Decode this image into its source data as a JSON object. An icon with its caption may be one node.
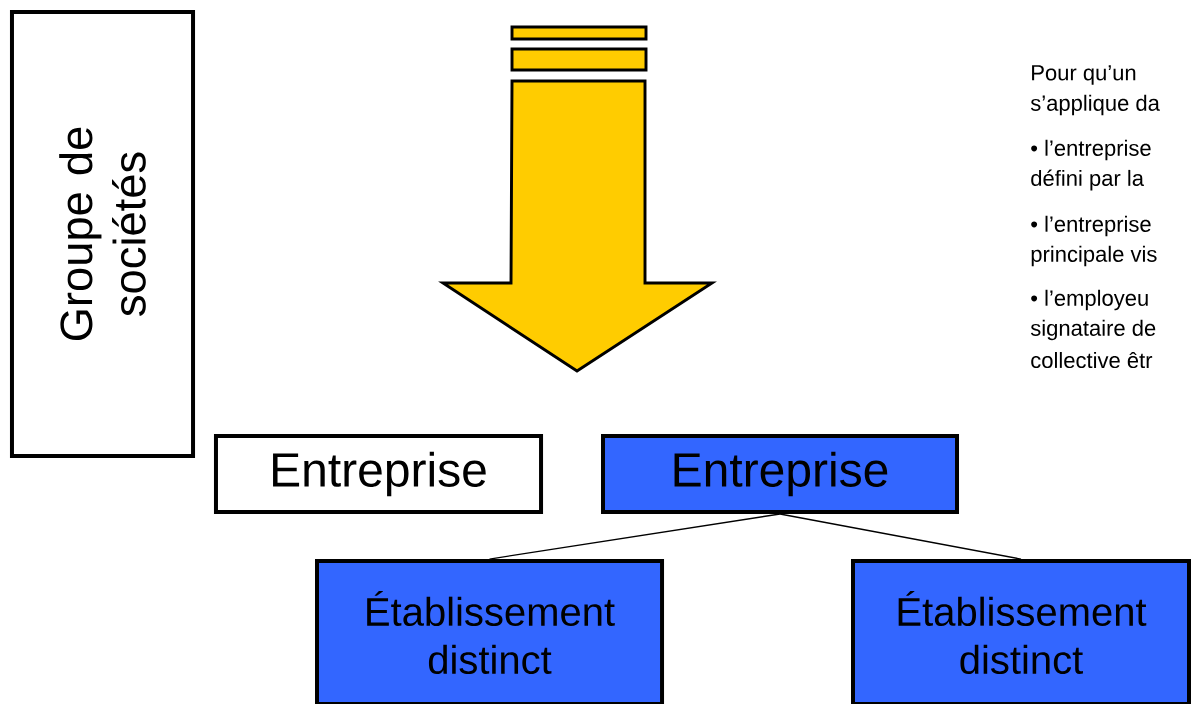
{
  "diagram": {
    "nodes": [
      {
        "text": [
          "Groupe de sociétés"
        ]
      },
      {
        "text": [
          "Entreprise"
        ]
      },
      {
        "text": [
          "Entreprise"
        ]
      },
      {
        "text": [
          "Établissement distinct"
        ]
      },
      {
        "text": [
          "Établissement distinct"
        ]
      }
    ],
    "edges": [
      {
        "from": 2,
        "to": 3,
        "arrow": "none"
      },
      {
        "from": 2,
        "to": 4,
        "arrow": "none"
      }
    ],
    "labels": [
      "Pour qu’un",
      "s’applique da",
      "• l’entreprise",
      "défini par la",
      "• l’entreprise",
      "principale vis",
      "• l’employeu",
      "signataire de",
      "collective êtr"
    ]
  }
}
